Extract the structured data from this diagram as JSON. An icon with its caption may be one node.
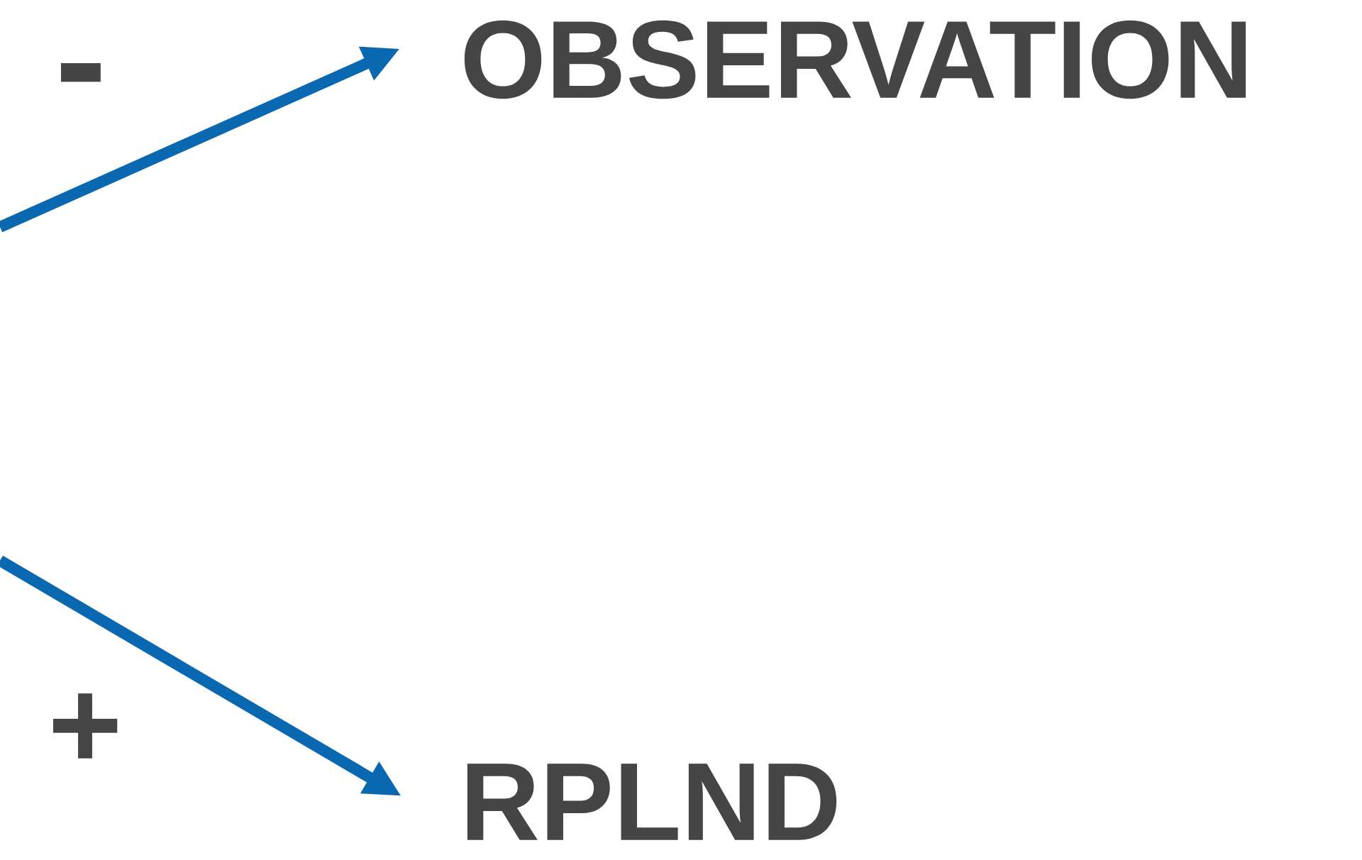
{
  "diagram": {
    "nodes": [
      {
        "text": [
          "OBSERVATION"
        ]
      },
      {
        "text": [
          "RPLND"
        ]
      }
    ],
    "edges": [
      {
        "from": null,
        "to": 0,
        "arrow": "to",
        "label": "-"
      },
      {
        "from": null,
        "to": 1,
        "arrow": "to",
        "label": "+"
      }
    ]
  }
}
